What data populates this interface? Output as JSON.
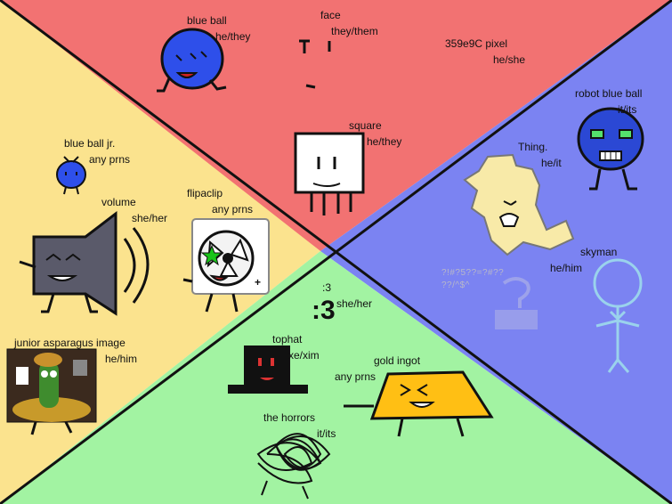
{
  "colors": {
    "top": "#f27272",
    "left": "#fbe38e",
    "right": "#7b83f2",
    "bottom": "#a2f3a2",
    "blue_char": "#2e4fea",
    "robot": "#2b48d4",
    "gold": "#ffbf14",
    "paper": "#f8eaa8",
    "sky": "#9ad2ec",
    "star": "#19c419"
  },
  "characters": [
    {
      "name": "blue ball",
      "pronouns": "he/they"
    },
    {
      "name": "face",
      "pronouns": "they/them"
    },
    {
      "name": "359e9C pixel",
      "pronouns": "he/she"
    },
    {
      "name": "robot blue ball",
      "pronouns": "it/its"
    },
    {
      "name": "square",
      "pronouns": "he/they"
    },
    {
      "name": "blue ball jr.",
      "pronouns": "any prns"
    },
    {
      "name": "volume",
      "pronouns": "she/her"
    },
    {
      "name": "flipaclip",
      "pronouns": "any prns"
    },
    {
      "name": "Thing.",
      "pronouns": "he/it"
    },
    {
      "name": "skyman",
      "pronouns": "he/him"
    },
    {
      "name": "junior asparagus image",
      "pronouns": "he/him"
    },
    {
      "name": ":3",
      "pronouns": "she/her"
    },
    {
      "name": "tophat",
      "pronouns": "xe/xim"
    },
    {
      "name": "gold ingot",
      "pronouns": "any prns"
    },
    {
      "name": "the horrors",
      "pronouns": "it/its"
    }
  ],
  "glitch_text": [
    "?!#?5??=?#??",
    "??/^$^"
  ],
  "face_glyph": "T  I",
  "cat_face": ":3",
  "flipaclip_plus": "+"
}
